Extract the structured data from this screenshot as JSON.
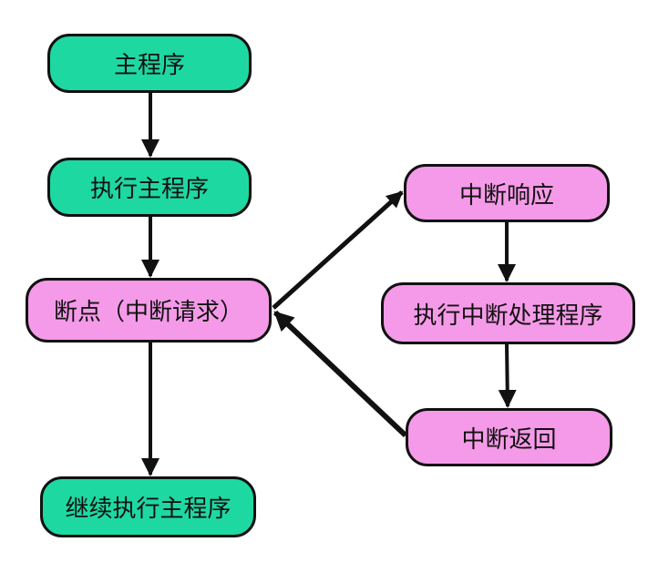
{
  "diagram": {
    "nodes": {
      "main_program": "主程序",
      "execute_main": "执行主程序",
      "breakpoint": "断点（中断请求）",
      "continue_main": "继续执行主程序",
      "interrupt_response": "中断响应",
      "interrupt_handler": "执行中断处理程序",
      "interrupt_return": "中断返回"
    },
    "edges": [
      {
        "from": "main_program",
        "to": "execute_main"
      },
      {
        "from": "execute_main",
        "to": "breakpoint"
      },
      {
        "from": "breakpoint",
        "to": "continue_main"
      },
      {
        "from": "breakpoint",
        "to": "interrupt_response"
      },
      {
        "from": "interrupt_response",
        "to": "interrupt_handler"
      },
      {
        "from": "interrupt_handler",
        "to": "interrupt_return"
      },
      {
        "from": "interrupt_return",
        "to": "breakpoint"
      }
    ],
    "colors": {
      "main_flow_fill": "#1ed8a2",
      "interrupt_flow_fill": "#f59ae8",
      "stroke": "#111111",
      "background": "#ffffff"
    }
  }
}
